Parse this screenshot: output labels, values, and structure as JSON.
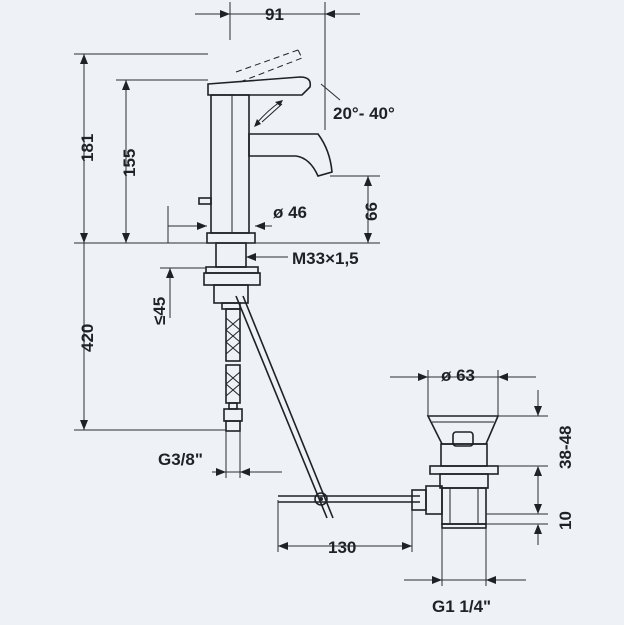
{
  "labels": {
    "width_91": "91",
    "height_181": "181",
    "height_155": "155",
    "angle": "20°- 40°",
    "diameter_46": "ø 46",
    "height_66": "66",
    "thread_m33": "M33×1,5",
    "thickness_45": "≤45",
    "hose_420": "420",
    "connection_g38": "G3/8\"",
    "rod_130": "130",
    "diameter_63": "ø 63",
    "range_38_48": "38-48",
    "offset_10": "10",
    "connection_g114": "G1 1/4\""
  },
  "colors": {
    "background": "#eef2f6",
    "line": "#1e2226"
  }
}
